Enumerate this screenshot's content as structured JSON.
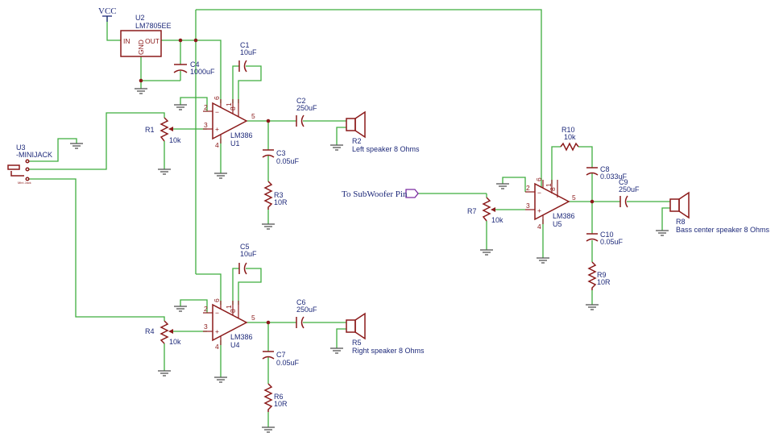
{
  "power": {
    "vcc": "VCC"
  },
  "u2": {
    "ref": "U2",
    "value": "LM7805EE",
    "pin_in": "IN",
    "pin_out": "OUT",
    "pin_gnd": "GND"
  },
  "c4": {
    "ref": "C4",
    "value": "1000uF"
  },
  "u1": {
    "ref": "U1",
    "value": "LM386",
    "pins": {
      "p2": "2",
      "p3": "3",
      "p4": "4",
      "p5": "5",
      "p6": "6",
      "p8": "8",
      "p1": "1"
    }
  },
  "u4": {
    "ref": "U4",
    "value": "LM386",
    "pins": {
      "p2": "2",
      "p3": "3",
      "p4": "4",
      "p5": "5",
      "p6": "6",
      "p8": "8",
      "p1": "1"
    }
  },
  "u5": {
    "ref": "U5",
    "value": "LM386",
    "pins": {
      "p2": "2",
      "p3": "3",
      "p4": "4",
      "p5": "5",
      "p6": "6",
      "p8": "8",
      "p1": "1"
    }
  },
  "c1": {
    "ref": "C1",
    "value": "10uF"
  },
  "c2": {
    "ref": "C2",
    "value": "250uF"
  },
  "c3": {
    "ref": "C3",
    "value": "0.05uF"
  },
  "r3": {
    "ref": "R3",
    "value": "10R"
  },
  "r1": {
    "ref": "R1",
    "value": "10k"
  },
  "r2": {
    "ref": "R2",
    "value": "Left speaker 8 Ohms"
  },
  "u3": {
    "ref": "U3",
    "value": "-MINIJACK",
    "tiny": "Mini Jack"
  },
  "c5": {
    "ref": "C5",
    "value": "10uF"
  },
  "c6": {
    "ref": "C6",
    "value": "250uF"
  },
  "c7": {
    "ref": "C7",
    "value": "0.05uF"
  },
  "r6": {
    "ref": "R6",
    "value": "10R"
  },
  "r4": {
    "ref": "R4",
    "value": "10k"
  },
  "r5": {
    "ref": "R5",
    "value": "Right speaker 8 Ohms"
  },
  "r10": {
    "ref": "R10",
    "value": "10k"
  },
  "c8": {
    "ref": "C8",
    "value": "0.033uF"
  },
  "c9": {
    "ref": "C9",
    "value": "250uF"
  },
  "c10": {
    "ref": "C10",
    "value": "0.05uF"
  },
  "r9": {
    "ref": "R9",
    "value": "10R"
  },
  "r7": {
    "ref": "R7",
    "value": "10k"
  },
  "r8": {
    "ref": "R8",
    "value": "Bass center speaker 8 Ohms"
  },
  "subwoofer": {
    "label": "To SubWoofer Pin"
  }
}
